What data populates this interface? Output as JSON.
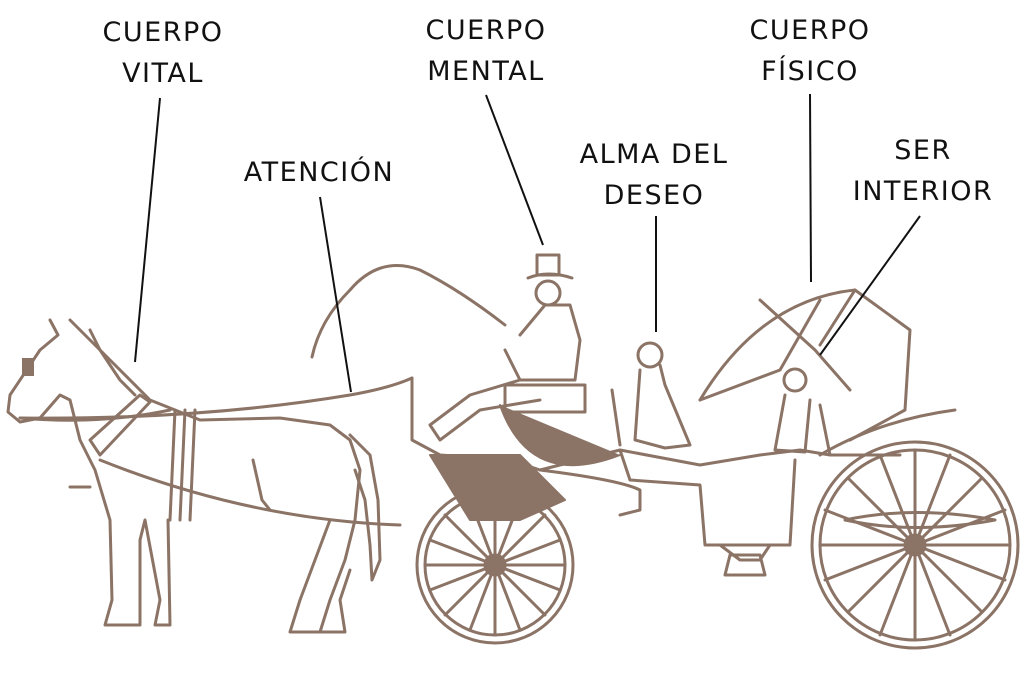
{
  "diagram": {
    "type": "labeled-illustration",
    "subject": "horse-drawn carriage allegory",
    "colors": {
      "illustration": "#8B7366",
      "labels": "#111111",
      "leader_lines": "#111111",
      "background": "#FFFFFF"
    },
    "labels": [
      {
        "id": "cuerpo-vital",
        "line1": "CUERPO",
        "line2": "VITAL",
        "points_to": "horse"
      },
      {
        "id": "cuerpo-mental",
        "line1": "CUERPO",
        "line2": "MENTAL",
        "points_to": "coachman"
      },
      {
        "id": "atencion",
        "line1": "ATENCIÓN",
        "line2": "",
        "points_to": "reins"
      },
      {
        "id": "alma-del-deseo",
        "line1": "ALMA DEL",
        "line2": "DESEO",
        "points_to": "front passenger"
      },
      {
        "id": "cuerpo-fisico",
        "line1": "CUERPO",
        "line2": "FÍSICO",
        "points_to": "carriage"
      },
      {
        "id": "ser-interior",
        "line1": "SER",
        "line2": "INTERIOR",
        "points_to": "rear passenger"
      }
    ]
  }
}
